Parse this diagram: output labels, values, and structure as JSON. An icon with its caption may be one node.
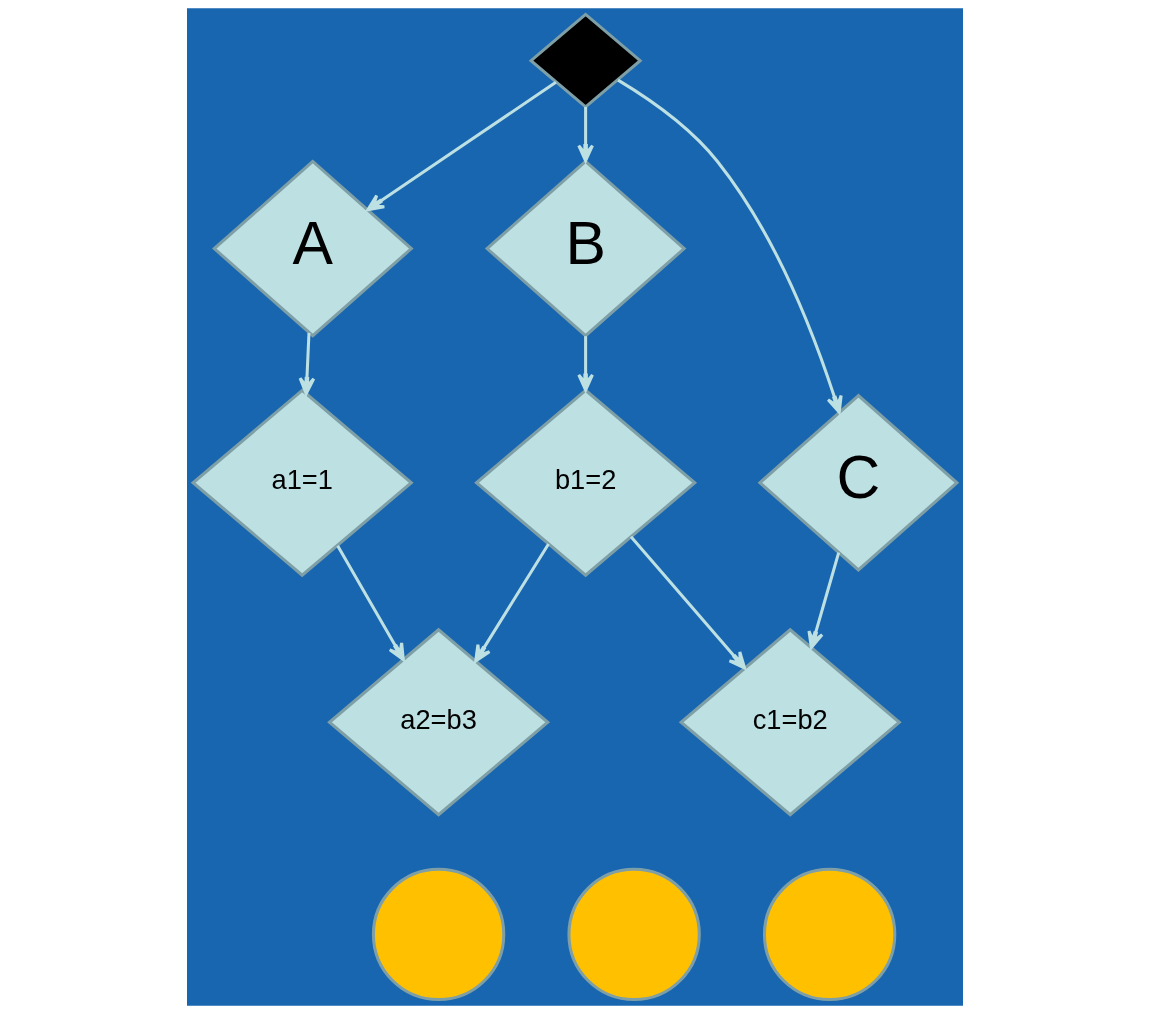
{
  "diagram": {
    "nodes": [
      {
        "text": [],
        "shape": "diamond"
      },
      {
        "text": [
          "A"
        ]
      },
      {
        "text": [
          "B"
        ]
      },
      {
        "text": [
          "C"
        ]
      },
      {
        "text": [
          "a1=1"
        ]
      },
      {
        "text": [
          "b1=2"
        ]
      },
      {
        "text": [
          "a2=b3"
        ]
      },
      {
        "text": [
          "c1=b2"
        ]
      },
      {
        "text": [],
        "shape": "circle"
      },
      {
        "text": [],
        "shape": "circle"
      },
      {
        "text": [],
        "shape": "circle"
      }
    ],
    "edges": [
      {
        "from": 0,
        "to": 1,
        "arrow": "to"
      },
      {
        "from": 0,
        "to": 2,
        "arrow": "to"
      },
      {
        "from": 0,
        "to": 3,
        "arrow": "to"
      },
      {
        "from": 1,
        "to": 4,
        "arrow": "to"
      },
      {
        "from": 2,
        "to": 5,
        "arrow": "to"
      },
      {
        "from": 4,
        "to": 6,
        "arrow": "to"
      },
      {
        "from": 5,
        "to": 6,
        "arrow": "to"
      },
      {
        "from": 5,
        "to": 7,
        "arrow": "to"
      },
      {
        "from": 3,
        "to": 7,
        "arrow": "to"
      }
    ]
  }
}
